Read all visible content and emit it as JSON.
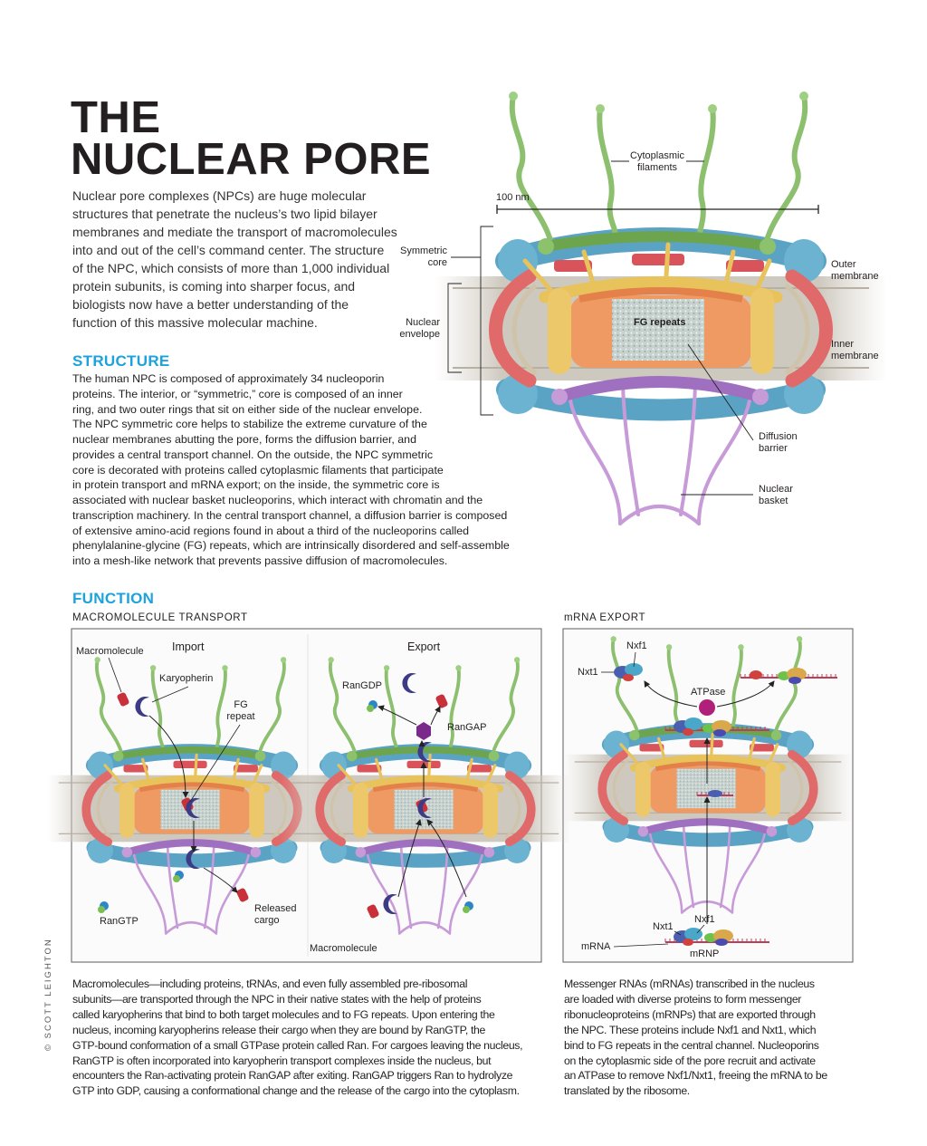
{
  "title": {
    "line1": "THE",
    "line2": "NUCLEAR PORE"
  },
  "intro": {
    "lines": [
      "Nuclear pore complexes (NPCs) are huge molecular",
      "structures that penetrate the nucleus’s two lipid bilayer",
      "membranes and mediate the transport of macromolecules",
      "into and out of the cell’s command center. The structure",
      "of the NPC, which consists of more than 1,000 individual",
      "protein subunits, is coming into sharper focus, and",
      "biologists now have a better understanding of the",
      "function of this massive molecular machine."
    ]
  },
  "structure": {
    "heading": "STRUCTURE",
    "lines": [
      "The human NPC is composed of approximately 34 nucleoporin",
      "proteins. The interior, or “symmetric,” core is composed of an inner",
      "ring, and two outer rings that sit on either side of the nuclear envelope.",
      "The NPC symmetric core helps to stabilize the extreme curvature of the",
      "nuclear membranes abutting the pore, forms the diffusion barrier, and",
      "provides a central transport channel. On the outside, the NPC symmetric",
      "core is decorated with proteins called cytoplasmic filaments that participate",
      "in protein transport and mRNA export; on the inside, the symmetric core is",
      "associated with nuclear basket nucleoporins, which interact with chromatin and the",
      "transcription machinery. In the central transport channel, a diffusion barrier is composed",
      "of extensive amino-acid regions found in about a third of the nucleoporins called",
      "phenylalanine-glycine (FG) repeats, which are intrinsically disordered and self-assemble",
      "into a mesh-like network that prevents passive diffusion of macromolecules."
    ]
  },
  "main_diagram": {
    "scale": "100 nm",
    "cytoplasmic_filaments": "Cytoplasmic filaments",
    "symmetric_core": "Symmetric core",
    "nuclear_envelope": "Nuclear envelope",
    "outer_membrane": "Outer membrane",
    "inner_membrane": "Inner membrane",
    "fg_repeats": "FG repeats",
    "diffusion_barrier": "Diffusion barrier",
    "nuclear_basket": "Nuclear basket"
  },
  "function": {
    "heading": "FUNCTION",
    "transport": {
      "heading": "MACROMOLECULE TRANSPORT",
      "import": {
        "title": "Import",
        "macromolecule": "Macromolecule",
        "karyopherin": "Karyopherin",
        "fg_repeat": "FG repeat",
        "rangtp": "RanGTP",
        "released_cargo": "Released cargo"
      },
      "export": {
        "title": "Export",
        "rangdp": "RanGDP",
        "rangap": "RanGAP",
        "macromolecule": "Macromolecule"
      },
      "lines": [
        "Macromolecules—including proteins, tRNAs, and even fully assembled pre-ribosomal",
        "subunits—are transported through the NPC in their native states with the help of proteins",
        "called karyopherins that bind to both target molecules and to FG repeats. Upon entering the",
        "nucleus, incoming karyopherins release their cargo when they are bound by RanGTP, the",
        "GTP-bound conformation of a small GTPase protein called Ran. For cargoes leaving the nucleus,",
        "RanGTP is often incorporated into karyopherin transport complexes inside the nucleus, but",
        "encounters the Ran-activating protein RanGAP after exiting. RanGAP triggers Ran to hydrolyze",
        "GTP into GDP, causing a conformational change and the release of the cargo into the cytoplasm."
      ]
    },
    "mrna": {
      "heading": "mRNA EXPORT",
      "nxf1_top": "Nxf1",
      "nxt1_top": "Nxt1",
      "atpase": "ATPase",
      "nxf1_bottom": "Nxf1",
      "nxt1_bottom": "Nxt1",
      "mrna": "mRNA",
      "mrnp": "mRNP",
      "lines": [
        "Messenger RNAs (mRNAs) transcribed in the nucleus",
        "are loaded with diverse proteins to form messenger",
        "ribonucleoproteins (mRNPs) that are exported through",
        "the NPC. These proteins include Nxf1 and Nxt1, which",
        "bind to FG repeats in the central channel. Nucleoporins",
        "on the cytoplasmic side of the pore recruit and activate",
        "an ATPase to remove Nxf1/Nxt1, freeing the mRNA to be",
        "translated by the ribosome."
      ]
    }
  },
  "credit": "© SCOTT LEIGHTON",
  "colors": {
    "accent": "#1ca3dc",
    "filament": "#8cbf6e",
    "outer_ring": "#5ba3c4",
    "membrane_ring": "#e06a6a",
    "inner_ring": "#ef9a62",
    "yellow_ring": "#e8c25a",
    "basket": "#c79ad8"
  }
}
